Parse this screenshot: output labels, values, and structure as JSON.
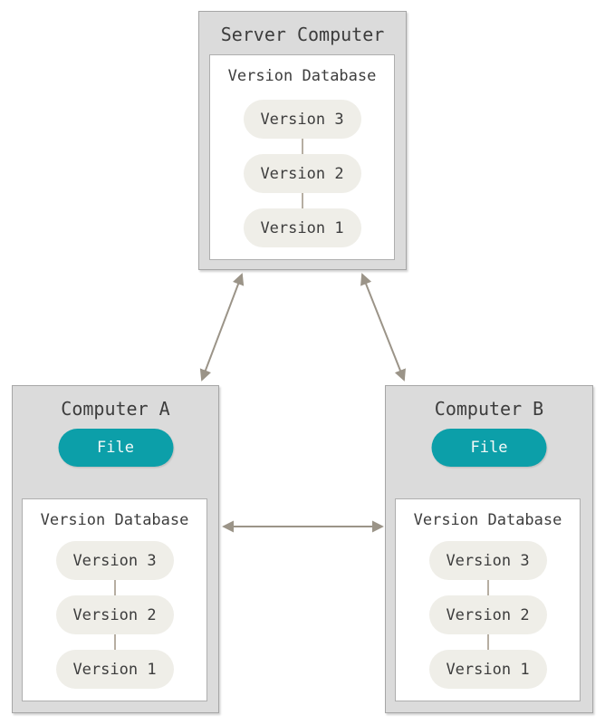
{
  "colors": {
    "box_fill": "#dbdbdb",
    "box_border": "#a6a6a6",
    "inner_fill": "#ffffff",
    "inner_border": "#aeaeae",
    "pill_fill": "#efeee8",
    "pill_text": "#3d3d3d",
    "title_text": "#3d3d3d",
    "file_fill": "#0c9fa9",
    "file_text": "#f4f9f8",
    "arrow": "#9b9488",
    "connector": "#b6aea2"
  },
  "server": {
    "title": "Server Computer",
    "database": {
      "label": "Version Database",
      "versions": [
        "Version 3",
        "Version 2",
        "Version 1"
      ]
    }
  },
  "computer_a": {
    "title": "Computer A",
    "file_label": "File",
    "database": {
      "label": "Version Database",
      "versions": [
        "Version 3",
        "Version 2",
        "Version 1"
      ]
    }
  },
  "computer_b": {
    "title": "Computer B",
    "file_label": "File",
    "database": {
      "label": "Version Database",
      "versions": [
        "Version 3",
        "Version 2",
        "Version 1"
      ]
    }
  }
}
